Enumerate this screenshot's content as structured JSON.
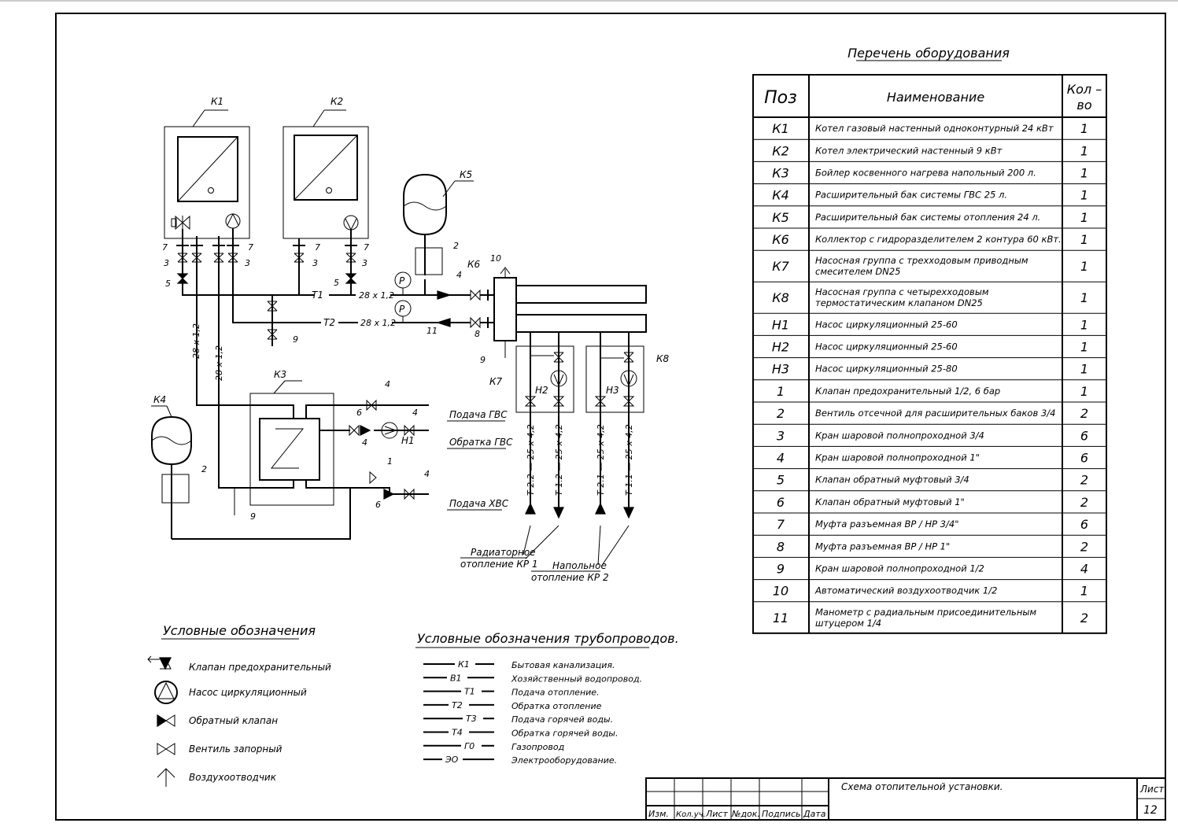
{
  "sheet": {
    "title": "Схема отопительной установки.",
    "sheet_label": "Лист",
    "sheet_number": "12"
  },
  "stamp": {
    "cols": [
      "Изм.",
      "Кол.уч.",
      "Лист",
      "№док.",
      "Подпись",
      "Дата"
    ]
  },
  "equipment": {
    "title": "Перечень оборудования",
    "headers": [
      "Поз",
      "Наименование",
      "Кол-во"
    ],
    "rows": [
      {
        "pos": "К1",
        "name": [
          "Котел газовый настенный одноконтурный 24 кВт"
        ],
        "qty": "1"
      },
      {
        "pos": "К2",
        "name": [
          "Котел электрический настенный 9 кВт"
        ],
        "qty": "1"
      },
      {
        "pos": "К3",
        "name": [
          "Бойлер косвенного нагрева напольный 200 л."
        ],
        "qty": "1"
      },
      {
        "pos": "К4",
        "name": [
          "Расширительный бак системы ГВС 25 л."
        ],
        "qty": "1"
      },
      {
        "pos": "К5",
        "name": [
          "Расширительный бак системы отопления 24 л."
        ],
        "qty": "1"
      },
      {
        "pos": "К6",
        "name": [
          "Коллектор с гидроразделителем 2 контура 60 кВт."
        ],
        "qty": "1"
      },
      {
        "pos": "К7",
        "name": [
          "Насосная группа с трехходовым приводным",
          "смесителем DN25"
        ],
        "qty": "1"
      },
      {
        "pos": "К8",
        "name": [
          "Насосная группа с четырехходовым",
          "термостатическим клапаном DN25"
        ],
        "qty": "1"
      },
      {
        "pos": "Н1",
        "name": [
          "Насос циркуляционный 25-60"
        ],
        "qty": "1"
      },
      {
        "pos": "Н2",
        "name": [
          "Насос циркуляционный 25-60"
        ],
        "qty": "1"
      },
      {
        "pos": "Н3",
        "name": [
          "Насос циркуляционный 25-80"
        ],
        "qty": "1"
      },
      {
        "pos": "1",
        "name": [
          "Клапан предохранительный 1/2, 6 бар"
        ],
        "qty": "1"
      },
      {
        "pos": "2",
        "name": [
          "Вентиль отсечной для расширительных баков 3/4"
        ],
        "qty": "2"
      },
      {
        "pos": "3",
        "name": [
          "Кран шаровой полнопроходной 3/4"
        ],
        "qty": "6"
      },
      {
        "pos": "4",
        "name": [
          "Кран шаровой полнопроходной 1\""
        ],
        "qty": "6"
      },
      {
        "pos": "5",
        "name": [
          "Клапан обратный муфтовый 3/4"
        ],
        "qty": "2"
      },
      {
        "pos": "6",
        "name": [
          "Клапан обратный муфтовый 1\""
        ],
        "qty": "2"
      },
      {
        "pos": "7",
        "name": [
          "Муфта разъемная ВР / НР 3/4\""
        ],
        "qty": "6"
      },
      {
        "pos": "8",
        "name": [
          "Муфта разъемная ВР / НР 1\""
        ],
        "qty": "2"
      },
      {
        "pos": "9",
        "name": [
          "Кран шаровой полнопроходной 1/2"
        ],
        "qty": "4"
      },
      {
        "pos": "10",
        "name": [
          "Автоматический воздухоотводчик 1/2"
        ],
        "qty": "1"
      },
      {
        "pos": "11",
        "name": [
          "Манометр с радиальным присоединительным",
          "штуцером 1/4"
        ],
        "qty": "2"
      }
    ]
  },
  "legend": {
    "title": "Условные обозначения",
    "items": [
      {
        "icon": "safety-valve-icon",
        "label": "Клапан предохранительный"
      },
      {
        "icon": "circulation-pump-icon",
        "label": "Насос циркуляционный"
      },
      {
        "icon": "check-valve-icon",
        "label": "Обратный клапан"
      },
      {
        "icon": "shutoff-valve-icon",
        "label": "Вентиль запорный"
      },
      {
        "icon": "air-vent-icon",
        "label": "Воздухоотводчик"
      }
    ]
  },
  "pipe_legend": {
    "title": "Условные обозначения трубопроводов.",
    "items": [
      {
        "code": "К1",
        "label": "Бытовая канализация."
      },
      {
        "code": "В1",
        "label": "Хозяйственный водопровод."
      },
      {
        "code": "Т1",
        "label": "Подача отопление."
      },
      {
        "code": "Т2",
        "label": "Обратка отопление"
      },
      {
        "code": "Т3",
        "label": "Подача горячей воды."
      },
      {
        "code": "Т4",
        "label": "Обратка горячей воды."
      },
      {
        "code": "Г0",
        "label": "Газопровод"
      },
      {
        "code": "ЭО",
        "label": "Электрооборудование."
      }
    ]
  },
  "scheme": {
    "boilers": [
      "К1",
      "К2"
    ],
    "tanks": [
      "К5",
      "К4"
    ],
    "heater": "К3",
    "collector": "К6",
    "groups": [
      "К7",
      "К8"
    ],
    "pumps": [
      "Н1",
      "Н2",
      "Н3"
    ],
    "pipe_t1": "Т1",
    "pipe_t2": "Т2",
    "pipe_size": "28 х 1,2",
    "circuit_labels": [
      "Т 2.2 — 25 х 4,2",
      "Т 1.2 — 25 х 4,2",
      "Т 2.1 — 25 х 4,2",
      "Т 1.1 — 25 х 4,2"
    ],
    "dhw_supply": "Подача ГВС",
    "dhw_return": "Обратка ГВС",
    "cold_supply": "Подача ХВС",
    "radiator_label": [
      "Радиаторное",
      "отопление КР 1"
    ],
    "floor_label": [
      "Напольное",
      "отопление КР 2"
    ],
    "markers": {
      "m1": "1",
      "m2": "2",
      "m3": "3",
      "m4": "4",
      "m5": "5",
      "m6": "6",
      "m7": "7",
      "m8": "8",
      "m9": "9",
      "m10": "10",
      "m11": "11"
    },
    "gauge": "P"
  }
}
